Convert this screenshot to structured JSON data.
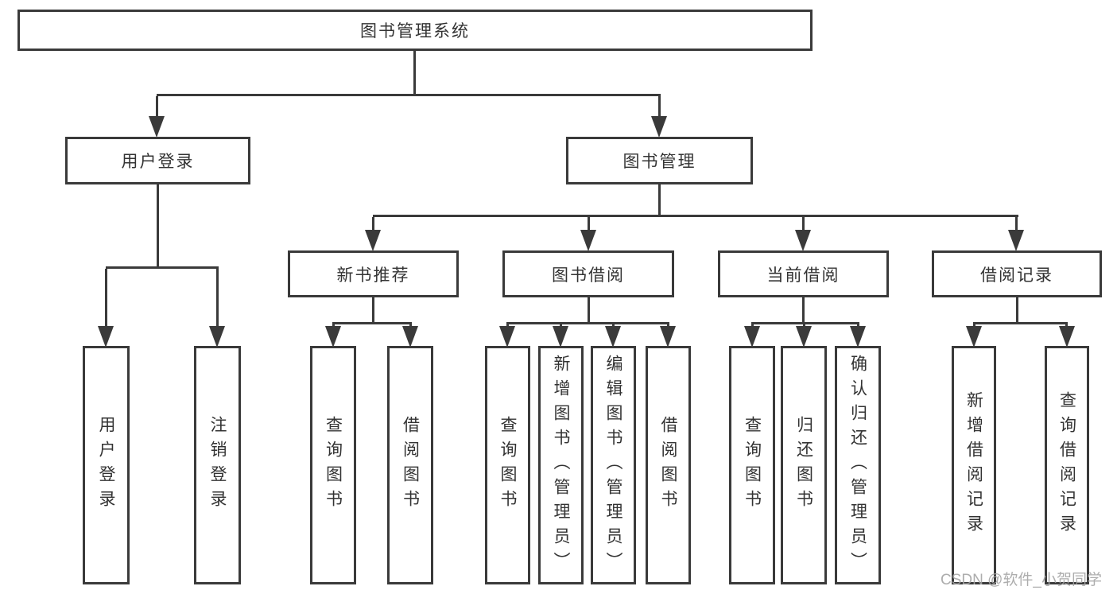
{
  "nodes": {
    "root": {
      "label": "图书管理系统"
    },
    "level2": [
      {
        "label": "用户登录"
      },
      {
        "label": "图书管理"
      }
    ],
    "level3": [
      {
        "label": "新书推荐"
      },
      {
        "label": "图书借阅"
      },
      {
        "label": "当前借阅"
      },
      {
        "label": "借阅记录"
      }
    ],
    "leaves": {
      "user": [
        {
          "label": "用户登录"
        },
        {
          "label": "注销登录"
        }
      ],
      "new_book": [
        {
          "label": "查询图书"
        },
        {
          "label": "借阅图书"
        }
      ],
      "book_borrow": [
        {
          "label": "查询图书"
        },
        {
          "label": "新增图书（管理员）"
        },
        {
          "label": "编辑图书（管理员）"
        },
        {
          "label": "借阅图书"
        }
      ],
      "current_borrow": [
        {
          "label": "查询图书"
        },
        {
          "label": "归还图书"
        },
        {
          "label": "确认归还（管理员）"
        }
      ],
      "borrow_records": [
        {
          "label": "新增借阅记录"
        },
        {
          "label": "查询借阅记录"
        }
      ]
    }
  },
  "watermark": {
    "text": "CSDN @软件_小贺同学"
  },
  "colors": {
    "line": "#3a3a3a",
    "text": "#333333",
    "watermark": "#a5a5a5",
    "background": "#ffffff"
  }
}
